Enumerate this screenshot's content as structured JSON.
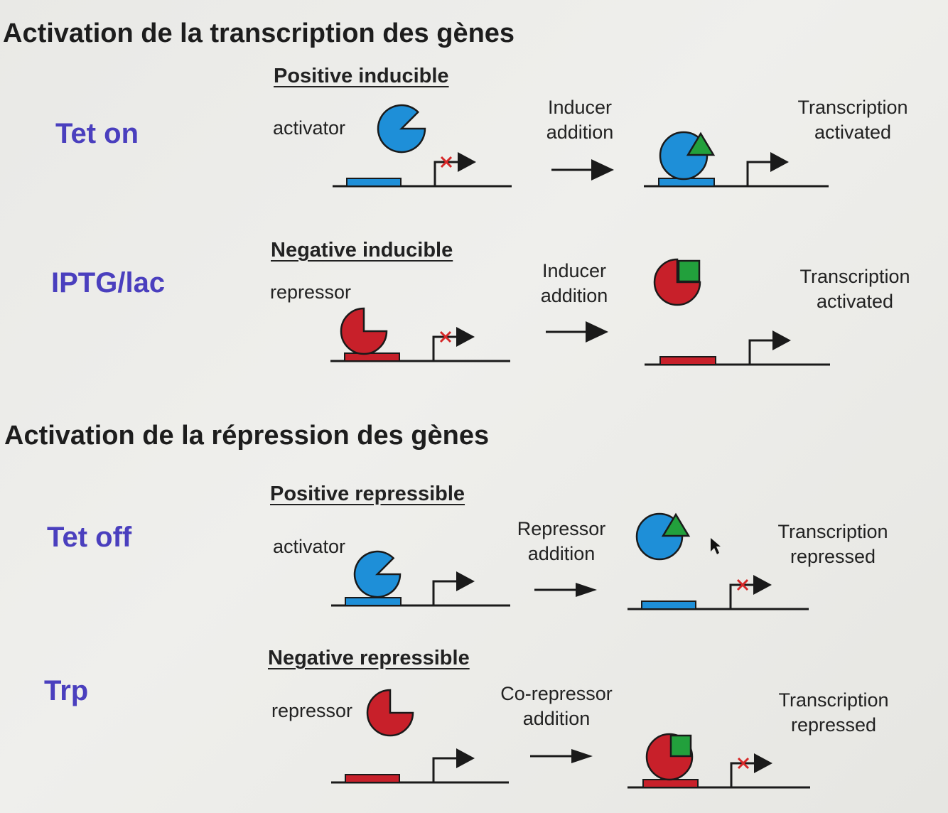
{
  "section_transcription": {
    "title": "Activation de la transcription des gènes"
  },
  "section_repression": {
    "title": "Activation de la répression des gènes"
  },
  "panels": {
    "tet_on": {
      "system": "Tet on",
      "subtitle": "Positive inducible",
      "protein_label": "activator",
      "action_line1": "Inducer",
      "action_line2": "addition",
      "result_line1": "Transcription",
      "result_line2": "activated"
    },
    "iptg_lac": {
      "system": "IPTG/lac",
      "subtitle": "Negative inducible",
      "protein_label": "repressor",
      "action_line1": "Inducer",
      "action_line2": "addition",
      "result_line1": "Transcription",
      "result_line2": "activated"
    },
    "tet_off": {
      "system": "Tet off",
      "subtitle": "Positive repressible",
      "protein_label": "activator",
      "action_line1": "Repressor",
      "action_line2": "addition",
      "result_line1": "Transcription",
      "result_line2": "repressed"
    },
    "trp": {
      "system": "Trp",
      "subtitle": "Negative repressible",
      "protein_label": "repressor",
      "action_line1": "Co-repressor",
      "action_line2": "addition",
      "result_line1": "Transcription",
      "result_line2": "repressed"
    }
  },
  "colors": {
    "activator": "#1e8fd8",
    "repressor": "#c8202a",
    "inducer": "#22a03c",
    "system_label": "#4a3fbe",
    "block_mark": "#d62828"
  }
}
